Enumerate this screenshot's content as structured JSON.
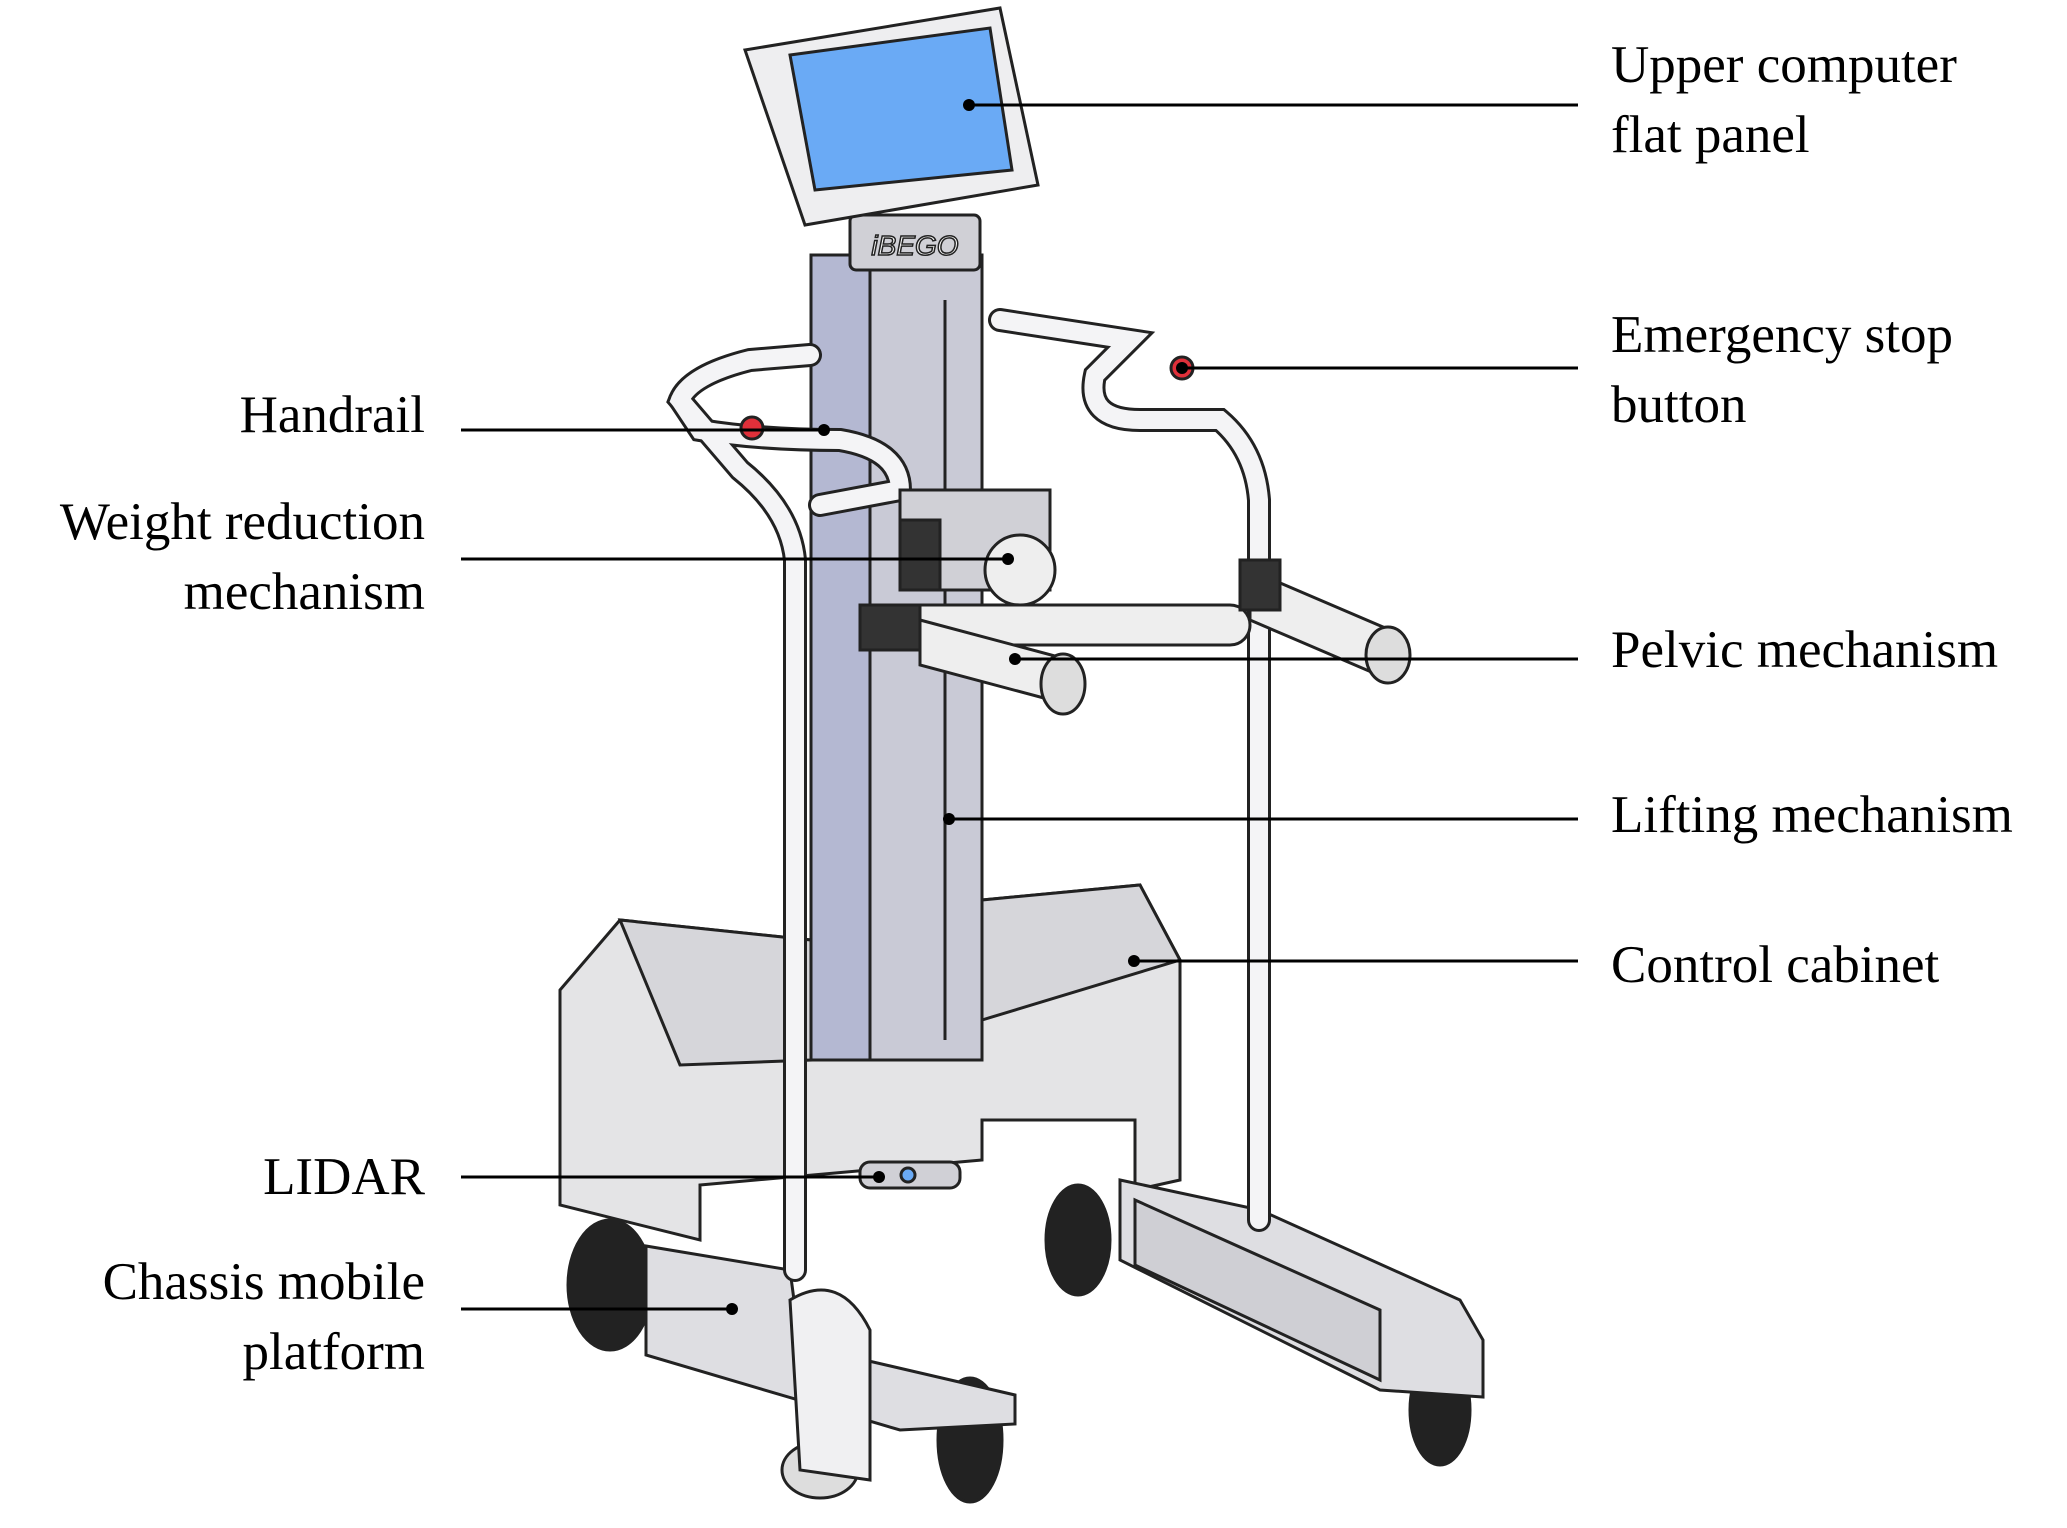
{
  "diagram": {
    "logo_text": "iBEGO",
    "colors": {
      "screen": "#6aaaf5",
      "body": "#dcdce0",
      "column": "#b4b8d2",
      "stop_button": "#e0303a"
    },
    "labels": {
      "upper_computer": [
        "Upper computer",
        "flat panel"
      ],
      "emergency_stop": [
        "Emergency stop",
        "button"
      ],
      "handrail": [
        "Handrail"
      ],
      "weight_reduction": [
        "Weight reduction",
        "mechanism"
      ],
      "pelvic": [
        "Pelvic mechanism"
      ],
      "lifting": [
        "Lifting mechanism"
      ],
      "control_cabinet": [
        "Control cabinet"
      ],
      "lidar": [
        "LIDAR"
      ],
      "chassis": [
        "Chassis mobile",
        "platform"
      ]
    }
  }
}
